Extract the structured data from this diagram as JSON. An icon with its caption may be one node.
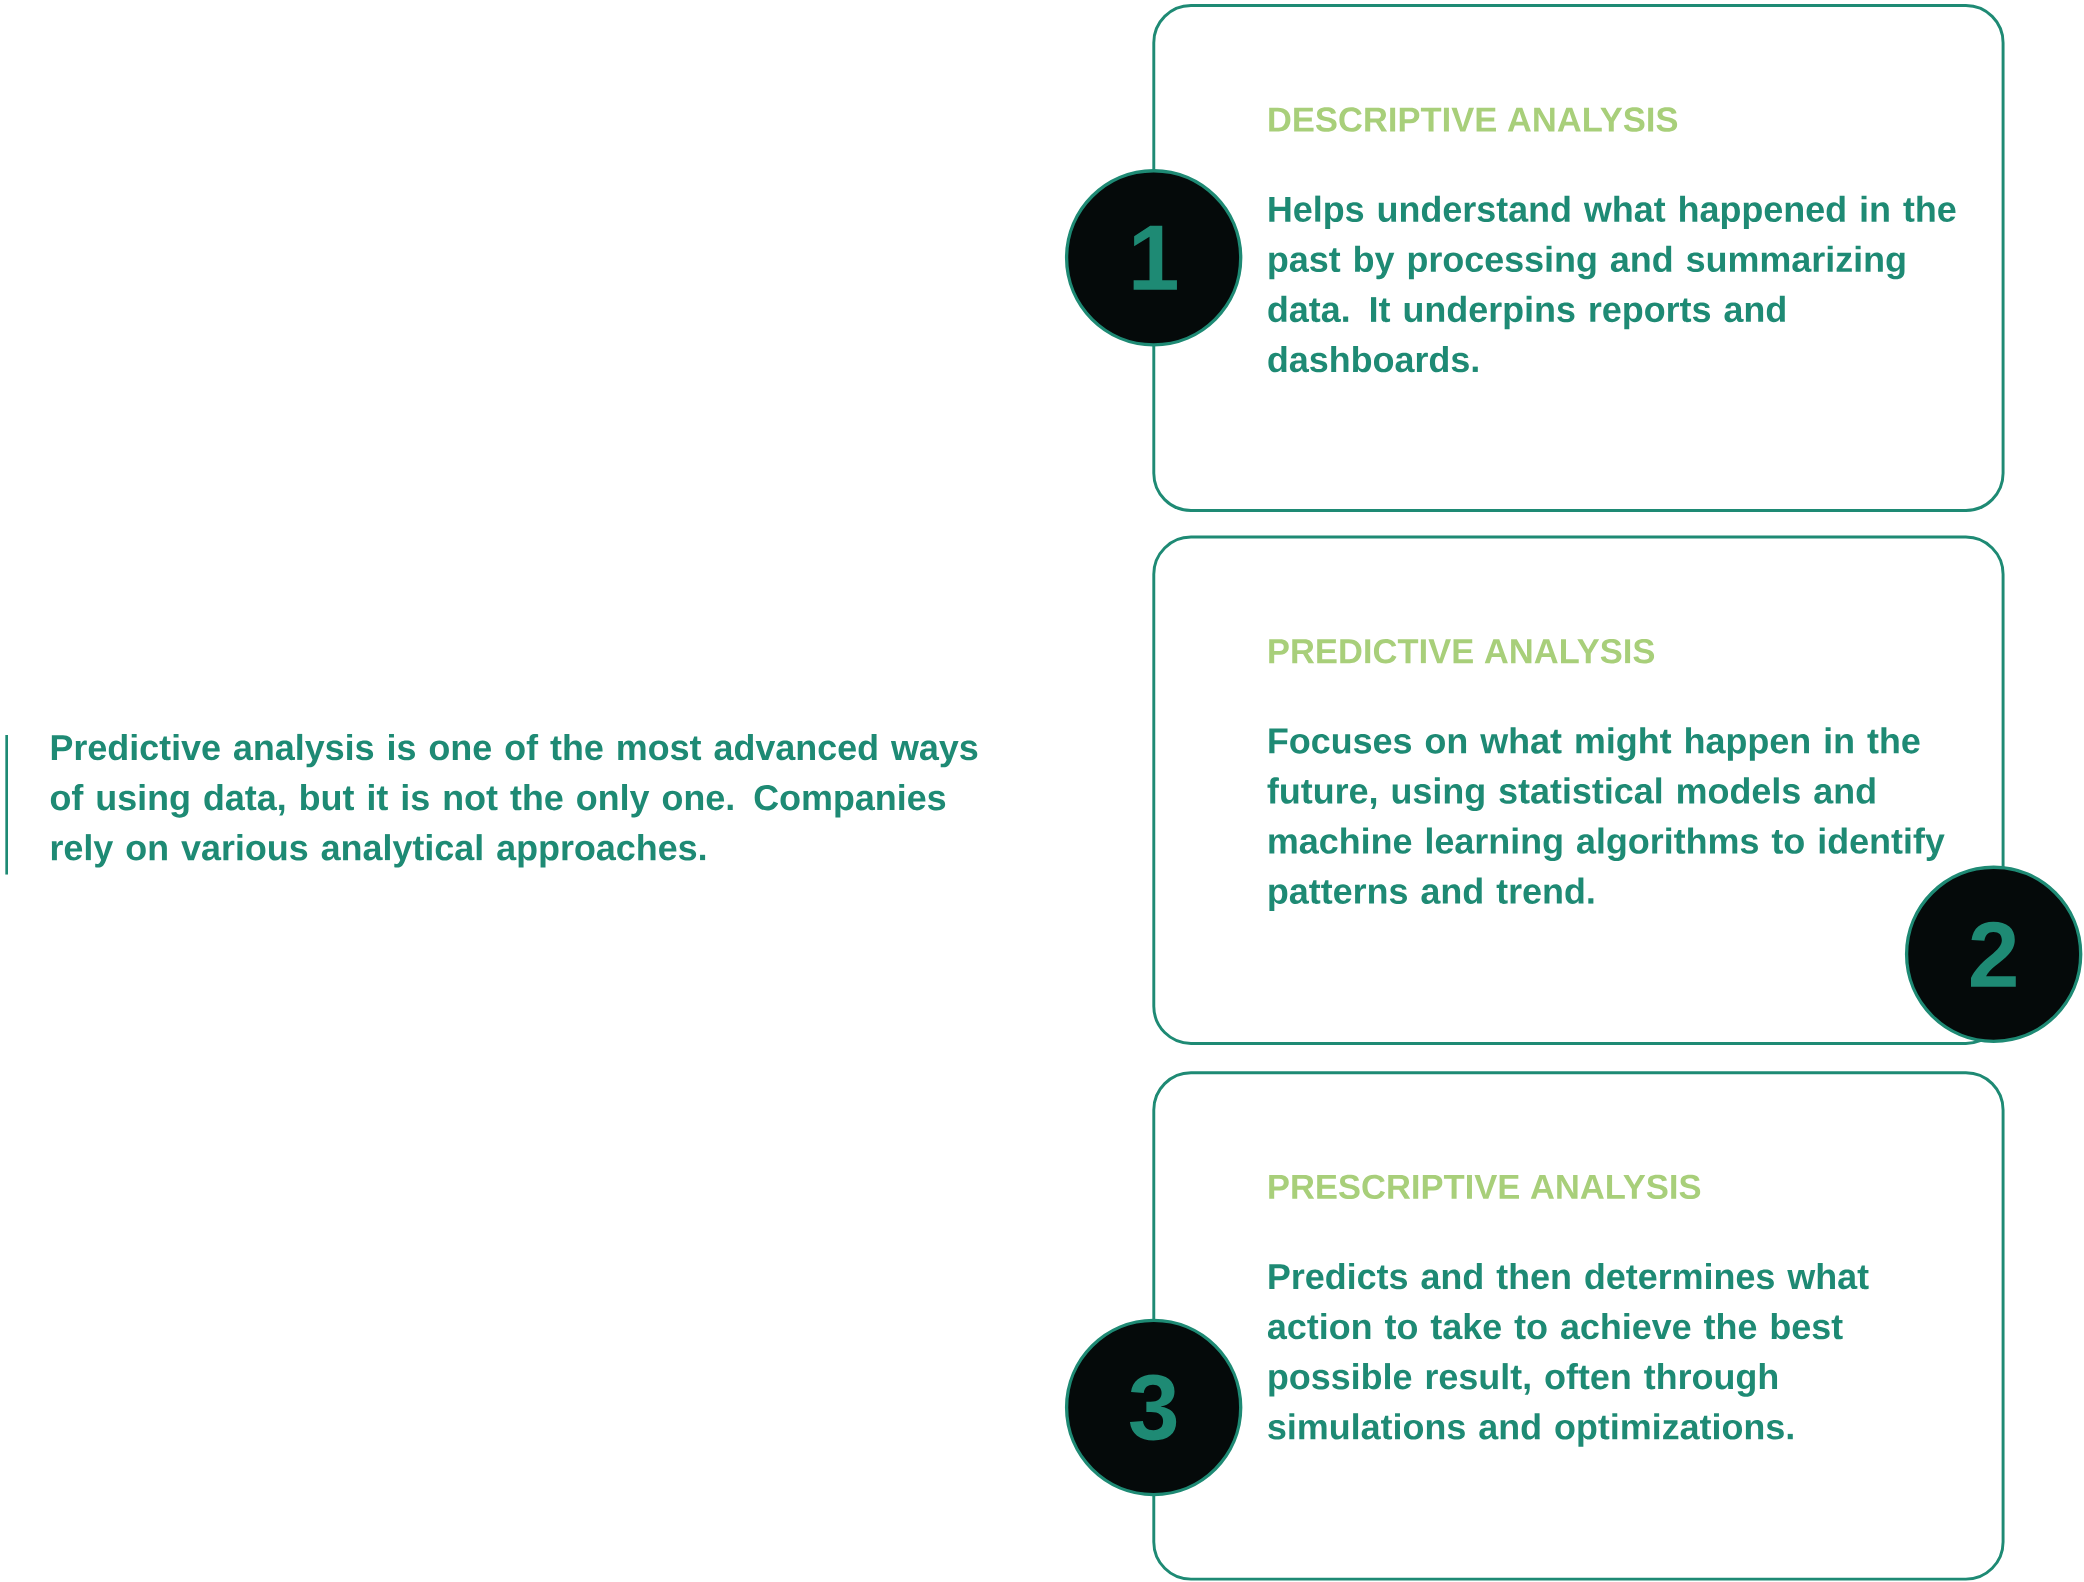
{
  "diagram": {
    "nodes": [
      {
        "text": [
          "DESCRIPTIVE ANALYSIS",
          "Helps understand what happened in the past by processing and summarizing data. It underpins reports and dashboards."
        ]
      },
      {
        "text": [
          "1"
        ]
      },
      {
        "text": [
          "PREDICTIVE ANALYSIS",
          "Focuses on what might happen in the future, using statistical models and machine learning algorithms to identify patterns and trend."
        ]
      },
      {
        "text": [
          "2"
        ]
      },
      {
        "text": [
          "PRESCRIPTIVE ANALYSIS",
          "Predicts and then determines what action to take to achieve the best possible result, often through simulations and optimizations."
        ]
      },
      {
        "text": [
          "3"
        ]
      }
    ],
    "labels": [
      "Predictive analysis is one of the most advanced ways of using data, but it is not the only one. Companies rely on various analytical approaches."
    ]
  }
}
